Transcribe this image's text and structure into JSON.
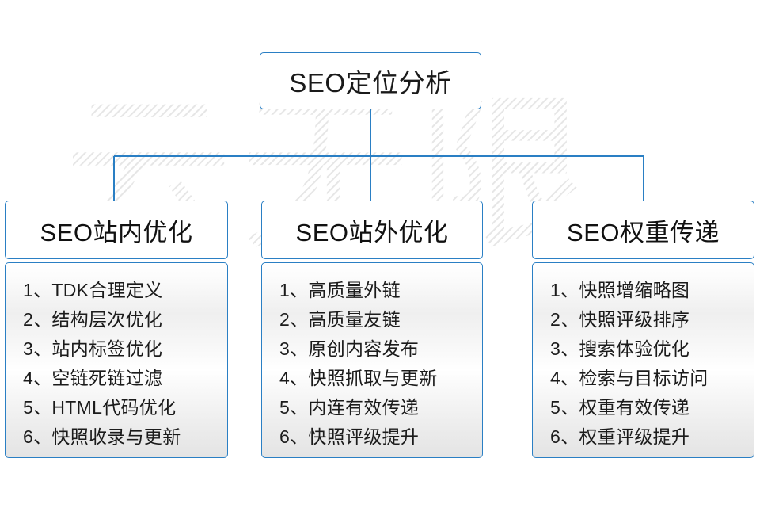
{
  "diagram": {
    "type": "organizational-tree",
    "root": {
      "label": "SEO定位分析"
    },
    "branches": [
      {
        "id": "seo-onsite",
        "header": "SEO站内优化",
        "items": [
          "1、TDK合理定义",
          "2、结构层次优化",
          "3、站内标签优化",
          "4、空链死链过滤",
          "5、HTML代码优化",
          "6、快照收录与更新"
        ]
      },
      {
        "id": "seo-offsite",
        "header": "SEO站外优化",
        "items": [
          "1、高质量外链",
          "2、高质量友链",
          "3、原创内容发布",
          "4、快照抓取与更新",
          "5、内连有效传递",
          "6、快照评级提升"
        ]
      },
      {
        "id": "seo-weight",
        "header": "SEO权重传递",
        "items": [
          "1、快照增缩略图",
          "2、快照评级排序",
          "3、搜索体验优化",
          "4、检索与目标访问",
          "5、权重有效传递",
          "6、权重评级提升"
        ]
      }
    ],
    "watermark": {
      "text": "云无限",
      "style": "hatched-outline-light-gray"
    },
    "colors": {
      "border": "#2a7fc4",
      "connector": "#2a7fc4",
      "text": "#1a1a1a",
      "background": "#ffffff",
      "watermark": "#ededed",
      "body_gradient_light": "#ffffff",
      "body_gradient_dark": "#e4e4e4"
    }
  }
}
